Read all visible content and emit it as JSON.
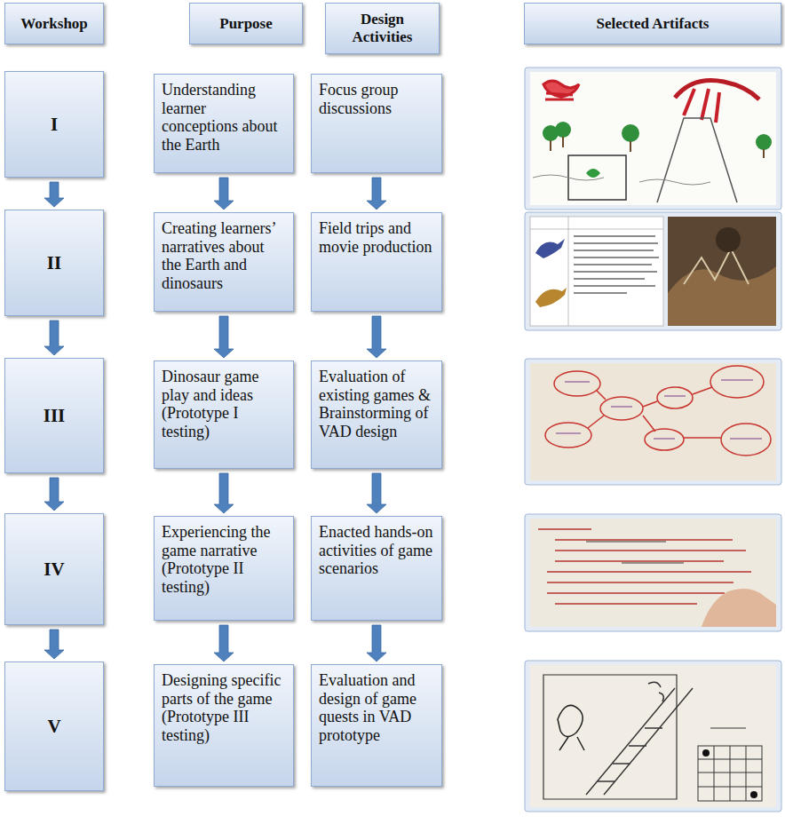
{
  "diagram": {
    "nodes": [
      {
        "text": [
          "Workshop"
        ]
      },
      {
        "text": [
          "Purpose"
        ]
      },
      {
        "text": [
          "Design Activities"
        ]
      },
      {
        "text": [
          "Selected Artifacts"
        ]
      },
      {
        "text": [
          "I"
        ]
      },
      {
        "text": [
          "Understanding learner conceptions about the Earth"
        ]
      },
      {
        "text": [
          "Focus group discussions"
        ]
      },
      {
        "text": [
          "II"
        ]
      },
      {
        "text": [
          "Creating learners’ narratives about the Earth and dinosaurs"
        ]
      },
      {
        "text": [
          "Field trips and movie production"
        ]
      },
      {
        "text": [
          "III"
        ]
      },
      {
        "text": [
          "Dinosaur game play and ideas (Prototype I testing)"
        ]
      },
      {
        "text": [
          "Evaluation of existing games & Brainstorming of VAD design"
        ]
      },
      {
        "text": [
          "IV"
        ]
      },
      {
        "text": [
          "Experiencing the game narrative (Prototype II testing)"
        ]
      },
      {
        "text": [
          "Enacted hands-on activities of game scenarios"
        ]
      },
      {
        "text": [
          "V"
        ]
      },
      {
        "text": [
          "Designing specific parts of the game (Prototype III testing)"
        ]
      },
      {
        "text": [
          "Evaluation and design of game quests in VAD prototype"
        ]
      }
    ],
    "edges": [
      {
        "from": 4,
        "to": 7,
        "arrow": "to"
      },
      {
        "from": 7,
        "to": 10,
        "arrow": "to"
      },
      {
        "from": 10,
        "to": 13,
        "arrow": "to"
      },
      {
        "from": 13,
        "to": 16,
        "arrow": "to"
      },
      {
        "from": 5,
        "to": 8,
        "arrow": "to"
      },
      {
        "from": 8,
        "to": 11,
        "arrow": "to"
      },
      {
        "from": 11,
        "to": 14,
        "arrow": "to"
      },
      {
        "from": 14,
        "to": 17,
        "arrow": "to"
      },
      {
        "from": 6,
        "to": 9,
        "arrow": "to"
      },
      {
        "from": 9,
        "to": 12,
        "arrow": "to"
      },
      {
        "from": 12,
        "to": 15,
        "arrow": "to"
      },
      {
        "from": 15,
        "to": 18,
        "arrow": "to"
      }
    ]
  }
}
